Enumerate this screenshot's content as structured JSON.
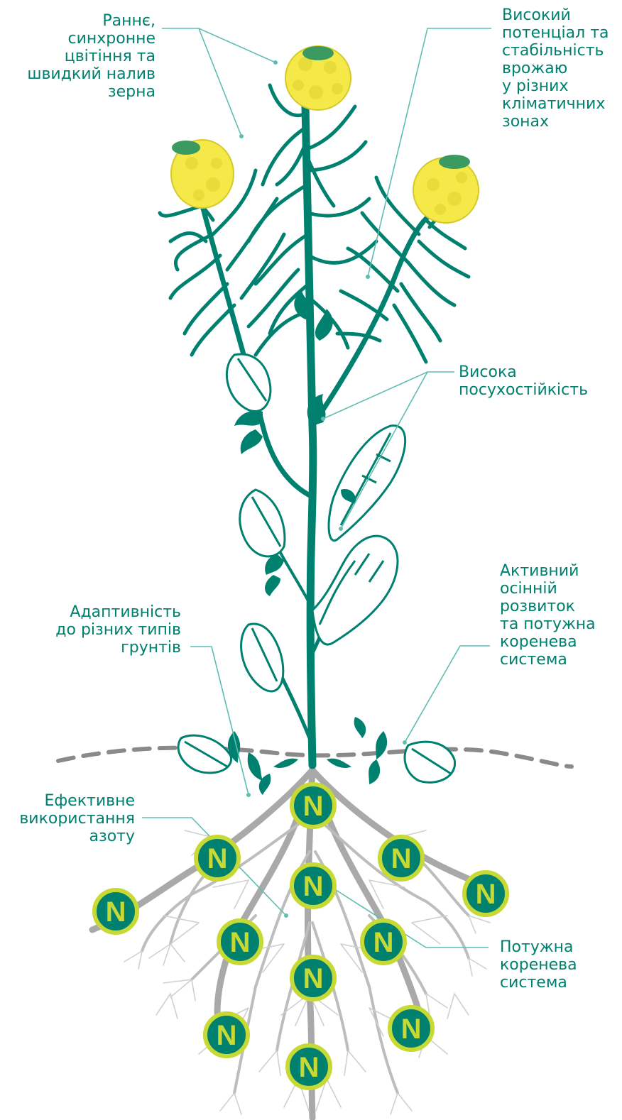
{
  "colors": {
    "teal": "#00806f",
    "leader": "#5fbdb1",
    "flower": "#f5e94a",
    "flower_dark": "#d6c92a",
    "root": "#b5b5b5",
    "root_thick": "#9d9d9d",
    "ground": "#8a8a8a",
    "nitrogen_ring": "#c7d934",
    "nitrogen_fill": "#00806f",
    "nitrogen_text": "#c7d934"
  },
  "labels": {
    "early_flowering": "Раннє,\nсинхронне\nцвітіння та\nшвидкий налив\nзерна",
    "yield_potential": "Високий\nпотенціал та\nстабільність\nврожаю\nу різних\nкліматичних\nзонах",
    "drought_tolerance": "Висока\nпосухостійкість",
    "autumn_development": "Активний\nосінній\nрозвиток\nта потужна\nкоренева\nсистема",
    "soil_adaptivity": "Адаптивність\nдо різних типів\nгрунтів",
    "nitrogen_use": "Ефективне\nвикористання\nазоту",
    "root_system": "Потужна\nкоренева\nсистема"
  },
  "nitrogen_symbol": "N"
}
